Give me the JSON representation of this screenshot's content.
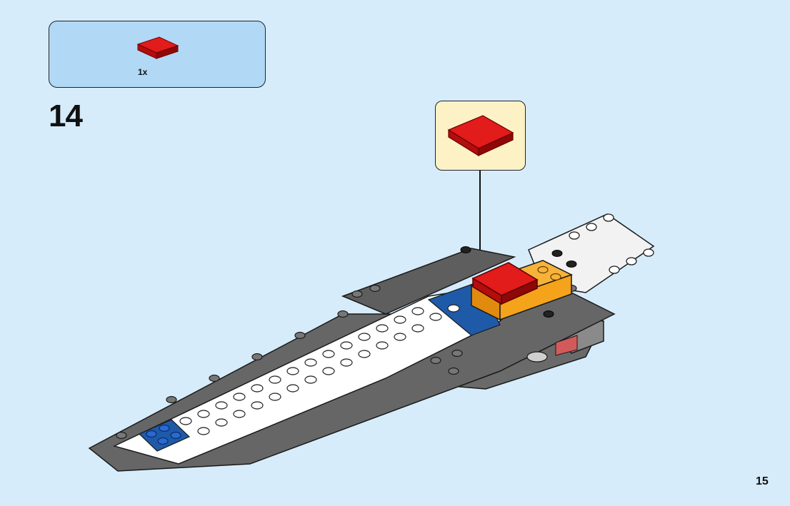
{
  "step": {
    "number": "14",
    "parts_list": {
      "quantity": "1x",
      "part": "red-tile-2x2-icon"
    },
    "callout_part": "red-tile-2x2-icon"
  },
  "page": {
    "number": "15"
  },
  "colors": {
    "background": "#d6ecfb",
    "parts_box": "#b1d9f5",
    "callout": "#fdf2c6",
    "red_tile": "#d01012",
    "model_gray": "#6b6b6b",
    "model_white": "#ffffff",
    "model_blue": "#1e5aa8",
    "model_orange": "#f5a31a"
  }
}
